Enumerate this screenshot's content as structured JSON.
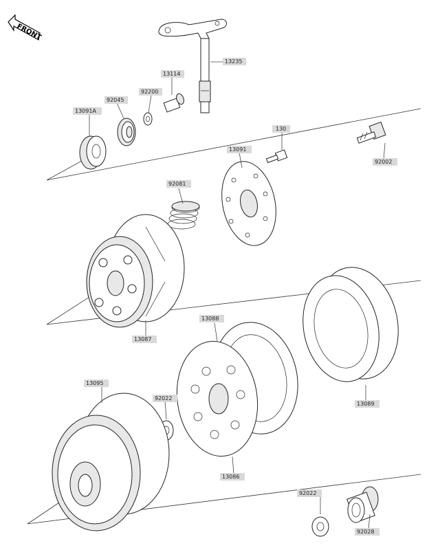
{
  "front_label": "FRONT",
  "parts": {
    "p13235": "13235",
    "p13114": "13114",
    "p92200": "92200",
    "p92045": "92045",
    "p13091A": "13091A",
    "p130": "130",
    "p92002": "92002",
    "p13091": "13091",
    "p92081": "92081",
    "p13087": "13087",
    "p13088": "13088",
    "p13095": "13095",
    "p92022a": "92022",
    "p13086": "13086",
    "p13089": "13089",
    "p92022b": "92022",
    "p92028": "92028"
  }
}
